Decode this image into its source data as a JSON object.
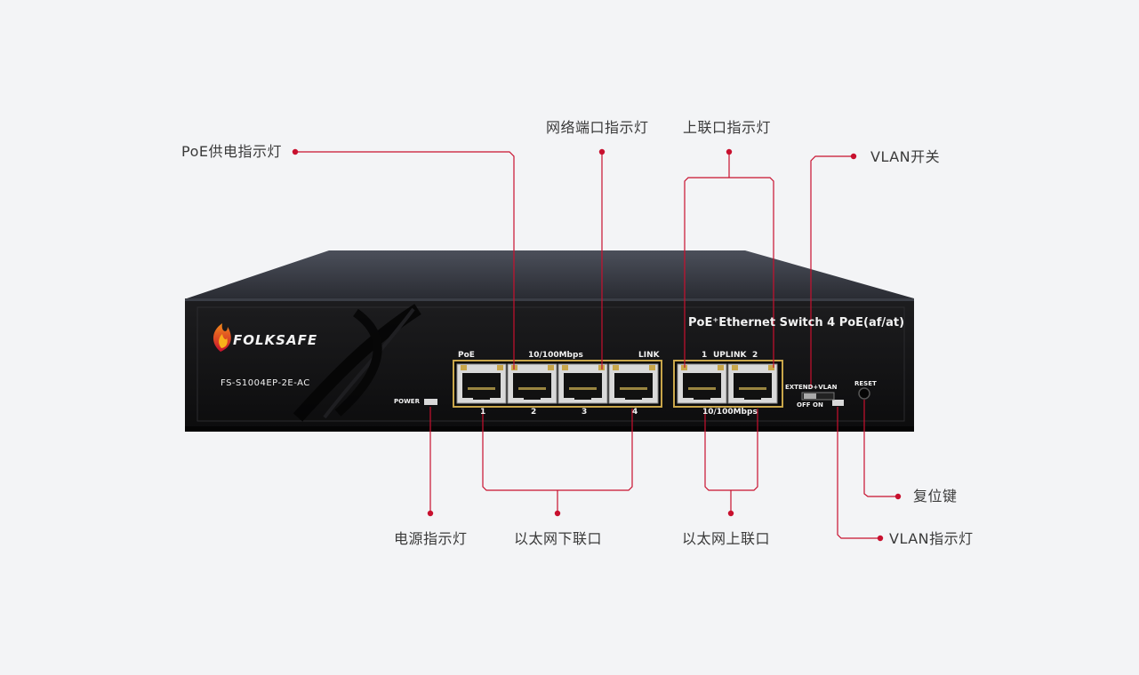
{
  "device": {
    "brand": "FOLKSAFE",
    "model": "FS-S1004EP-2E-AC",
    "product_title": "PoE⁺Ethernet Switch 4 PoE(af/at)",
    "downlink_group": {
      "left_label": "PoE",
      "center_label": "10/100Mbps",
      "right_label": "LINK",
      "ports": [
        "1",
        "2",
        "3",
        "4"
      ]
    },
    "uplink_group": {
      "port_left": "1",
      "center_label": "UPLINK",
      "port_right": "2",
      "bottom_label": "10/100Mbps"
    },
    "power_label": "POWER",
    "switch_label": "EXTEND+VLAN",
    "switch_off": "OFF",
    "switch_on": "ON",
    "reset_label": "RESET"
  },
  "callouts": {
    "poe_indicator": "PoE供电指示灯",
    "network_port_indicator": "网络端口指示灯",
    "uplink_indicator": "上联口指示灯",
    "vlan_switch": "VLAN开关",
    "reset_button": "复位键",
    "power_indicator": "电源指示灯",
    "ethernet_downlink": "以太网下联口",
    "ethernet_uplink": "以太网上联口",
    "vlan_indicator": "VLAN指示灯"
  },
  "colors": {
    "accent": "#c8102e",
    "device_body": "#141414",
    "port_frame": "#c9a64a"
  },
  "icons": [
    "flame-logo-icon"
  ]
}
